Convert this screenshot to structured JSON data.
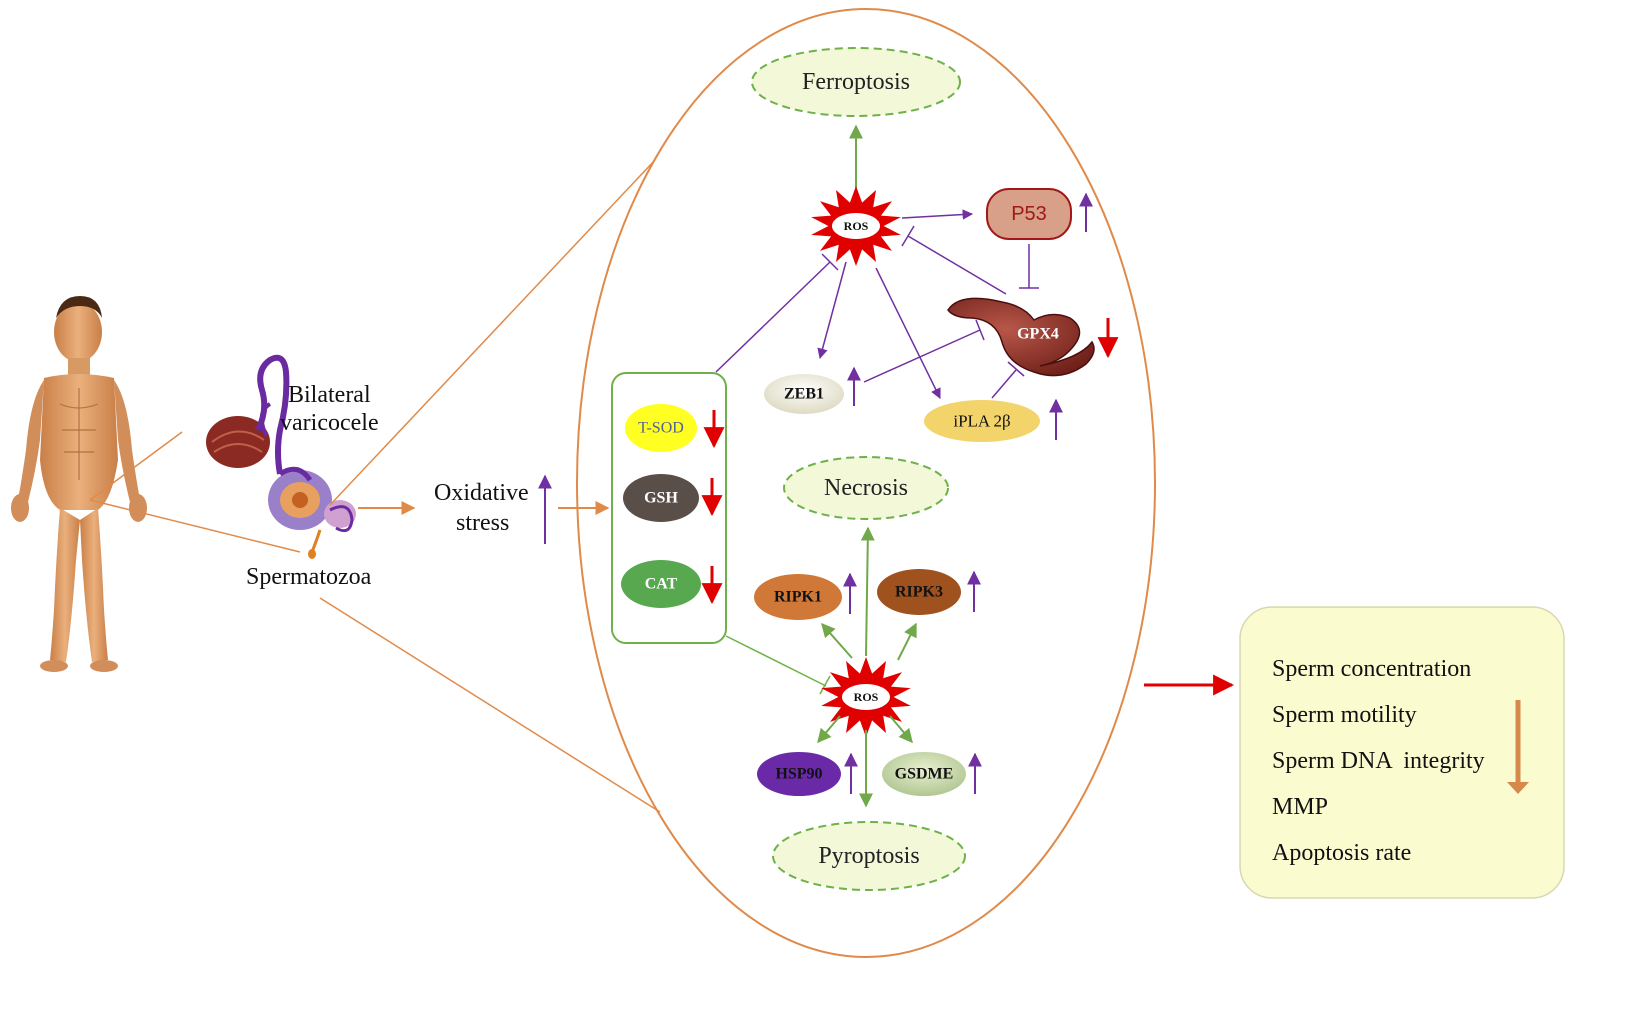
{
  "body_labels": {
    "varicocele_line1": "Bilateral",
    "varicocele_line2": "varicocele",
    "spermatozoa": "Spermatozoa",
    "oxidative_line1": "Oxidative",
    "oxidative_line2": "stress"
  },
  "fates": {
    "ferroptosis": "Ferroptosis",
    "necrosis": "Necrosis",
    "pyroptosis": "Pyroptosis"
  },
  "ros_top": "ROS",
  "ros_bottom": "ROS",
  "nodes": {
    "p53": "P53",
    "gpx4": "GPX4",
    "zeb1": "ZEB1",
    "ipla2b": "iPLA 2β",
    "ripk1": "RIPK1",
    "ripk3": "RIPK3",
    "hsp90": "HSP90",
    "gsdme": "GSDME"
  },
  "antioxidants": {
    "tsod": "T-SOD",
    "gsh": "GSH",
    "cat": "CAT"
  },
  "outcomes": [
    "Sperm concentration",
    "Sperm motility",
    "Sperm DNA  integrity",
    "MMP",
    "Apoptosis rate"
  ],
  "colors": {
    "activation_purple": "#7030a0",
    "decrease_red": "#e00000",
    "fate_green": "#70a84a",
    "orange_link": "#e08a4a",
    "fate_fill": "#f2f8d8",
    "outcome_fill": "#fbfbd0",
    "skin": "#e0a070"
  },
  "icons": {
    "increase": "arrow-up-icon",
    "decrease": "arrow-down-icon",
    "ros": "burst-icon"
  }
}
